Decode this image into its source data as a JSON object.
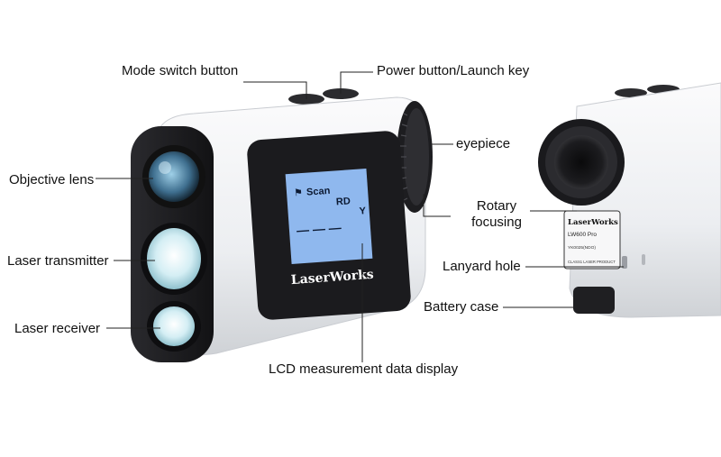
{
  "labels": {
    "mode_switch": "Mode switch button",
    "power": "Power button/Launch key",
    "objective": "Objective lens",
    "transmitter": "Laser transmitter",
    "receiver": "Laser receiver",
    "eyepiece": "eyepiece",
    "rotary_line1": "Rotary",
    "rotary_line2": "focusing",
    "lanyard": "Lanyard hole",
    "battery": "Battery case",
    "lcd": "LCD measurement data display"
  },
  "lcd_screen": {
    "scan": "Scan",
    "rd": "RD",
    "dashes": "— — —",
    "unit": "Y"
  },
  "brand": "LaserWorks",
  "side_panel": {
    "brand": "LaserWorks",
    "model": "LW600 Pro",
    "code": "YK0025(NDO)",
    "laser": "CLASS1 LASER PRODUCT"
  },
  "colors": {
    "body": "#f2f3f5",
    "frame": "#1f1f22",
    "lcd": "#8fb8ee",
    "lens": "#cfe9f2"
  }
}
